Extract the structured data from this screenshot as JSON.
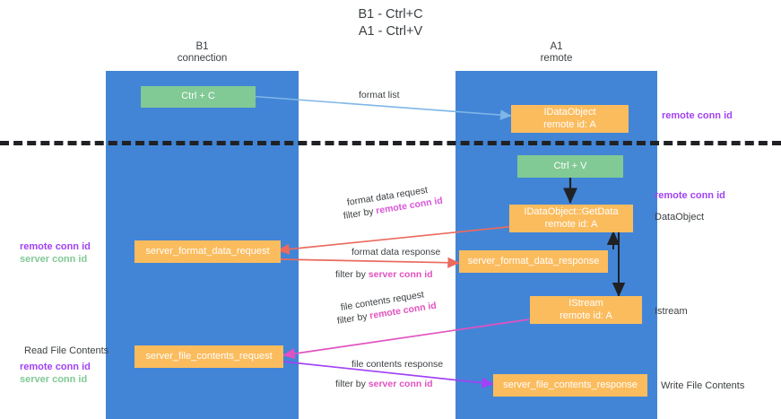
{
  "title": "B1 - Ctrl+C\nA1 - Ctrl+V",
  "lanes": [
    {
      "id": "b1",
      "header": "B1\nconnection"
    },
    {
      "id": "a1",
      "header": "A1\nremote"
    }
  ],
  "nodes": [
    {
      "id": "ctrl-c",
      "label": "Ctrl + C"
    },
    {
      "id": "idataobject-remote",
      "label": "IDataObject\nremote id: A"
    },
    {
      "id": "ctrl-v",
      "label": "Ctrl + V"
    },
    {
      "id": "idataobject-getdata",
      "label": "IDataObject::GetData\nremote id: A"
    },
    {
      "id": "server-format-data-request",
      "label": "server_format_data_request"
    },
    {
      "id": "server-format-data-response",
      "label": "server_format_data_response"
    },
    {
      "id": "istream-remote",
      "label": "IStream\nremote id: A"
    },
    {
      "id": "server-file-contents-request",
      "label": "server_file_contents_request"
    },
    {
      "id": "server-file-contents-response",
      "label": "server_file_contents_response"
    }
  ],
  "edge_labels": {
    "format_list": "format list",
    "format_data_request": "format data request",
    "format_data_request_filter_prefix": "filter by ",
    "format_data_request_filter_key": "remote conn id",
    "format_data_response": "format data response",
    "format_data_response_filter_prefix": "filter by ",
    "format_data_response_filter_key": "server conn id",
    "file_contents_request": "file contents request",
    "file_contents_request_filter_prefix": "filter by ",
    "file_contents_request_filter_key": "remote conn id",
    "file_contents_response": "file contents response",
    "file_contents_response_filter_prefix": "filter by ",
    "file_contents_response_filter_key": "server conn id"
  },
  "side_labels": {
    "right_remote_conn_id_top": "remote conn id",
    "right_remote_conn_id_mid": "remote conn id",
    "right_dataobject": "DataObject",
    "right_istream": "Istream",
    "right_write_file_contents": "Write File Contents",
    "left_read_file_contents": "Read File Contents",
    "left_remote_conn_id": "remote conn id",
    "left_server_conn_id": "server conn id",
    "left2_remote_conn_id": "remote conn id",
    "left2_server_conn_id": "server conn id"
  },
  "colors": {
    "lane": "#4285d6",
    "green_node": "#81c995",
    "orange_node": "#fbbc5e",
    "purple": "#a142f4",
    "magenta": "#e152c0",
    "red_arrow": "#ea6a5e",
    "blue_arrow": "#7fb6e8",
    "divider": "#202124",
    "text": "#3c4043"
  }
}
